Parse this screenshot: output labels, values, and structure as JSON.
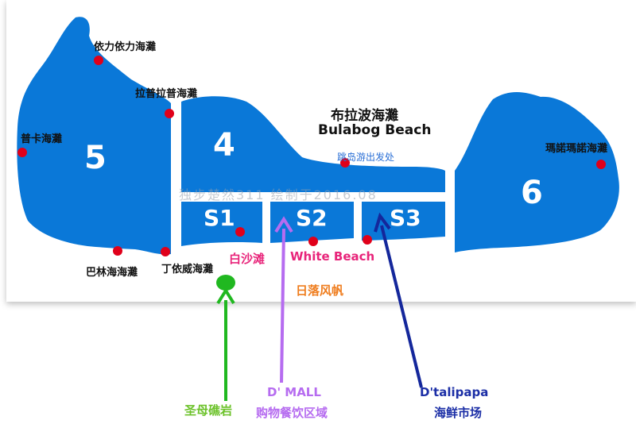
{
  "title": {
    "cn": "布拉波海灘",
    "en": "Bulabog Beach"
  },
  "ferry_point": "跳岛游出发处",
  "watermark": "独步楚然311 绘制于2016.08",
  "zones": {
    "z5": "5",
    "z4": "4",
    "z6": "6",
    "s1": "S1",
    "s2": "S2",
    "s3": "S3"
  },
  "places": {
    "yili": "依力依力海灘",
    "lapu": "拉普拉普海灘",
    "puka": "普卡海灘",
    "balinghai": "巴林海海灘",
    "diniwid": "丁依威海灘",
    "manoc": "瑪諾瑪諾海灘"
  },
  "white_beach": {
    "cn": "白沙滩",
    "en": "White Beach"
  },
  "sunset_sail": "日落风帆",
  "callouts": {
    "grotto": "圣母礁岩",
    "dmall_en": "D' MALL",
    "dmall_cn": "购物餐饮区域",
    "talipapa_en": "D'talipapa",
    "talipapa_cn": "海鲜市场"
  },
  "colors": {
    "sea": "#0a78d8",
    "land_frame": "#ffffff",
    "marker": "#e0001a",
    "green": "#20b820",
    "purple": "#b66cf0",
    "navy": "#14279b"
  }
}
